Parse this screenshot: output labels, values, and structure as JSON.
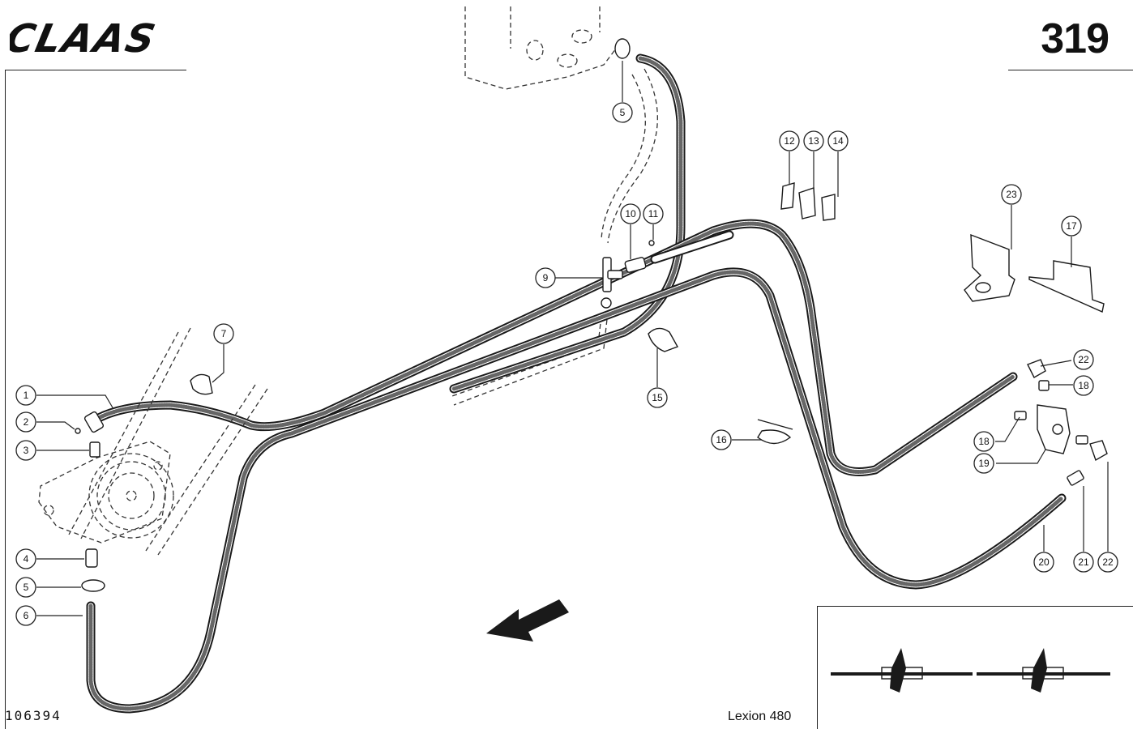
{
  "header": {
    "brand": "CLAAS",
    "page_number": "319"
  },
  "footer": {
    "document_id": "106394",
    "model": "Lexion 480"
  },
  "callouts": [
    {
      "id": "c1",
      "label": "1"
    },
    {
      "id": "c2",
      "label": "2"
    },
    {
      "id": "c3",
      "label": "3"
    },
    {
      "id": "c4",
      "label": "4"
    },
    {
      "id": "c5a",
      "label": "5"
    },
    {
      "id": "c5b",
      "label": "5"
    },
    {
      "id": "c6",
      "label": "6"
    },
    {
      "id": "c7",
      "label": "7"
    },
    {
      "id": "c9",
      "label": "9"
    },
    {
      "id": "c10",
      "label": "10"
    },
    {
      "id": "c11",
      "label": "11"
    },
    {
      "id": "c12",
      "label": "12"
    },
    {
      "id": "c13",
      "label": "13"
    },
    {
      "id": "c14",
      "label": "14"
    },
    {
      "id": "c15",
      "label": "15"
    },
    {
      "id": "c16",
      "label": "16"
    },
    {
      "id": "c17",
      "label": "17"
    },
    {
      "id": "c18a",
      "label": "18"
    },
    {
      "id": "c18b",
      "label": "18"
    },
    {
      "id": "c19",
      "label": "19"
    },
    {
      "id": "c20",
      "label": "20"
    },
    {
      "id": "c21",
      "label": "21"
    },
    {
      "id": "c22a",
      "label": "22"
    },
    {
      "id": "c22b",
      "label": "22"
    },
    {
      "id": "c23",
      "label": "23"
    }
  ],
  "colors": {
    "ink": "#1a1a1a",
    "paper": "#ffffff"
  }
}
